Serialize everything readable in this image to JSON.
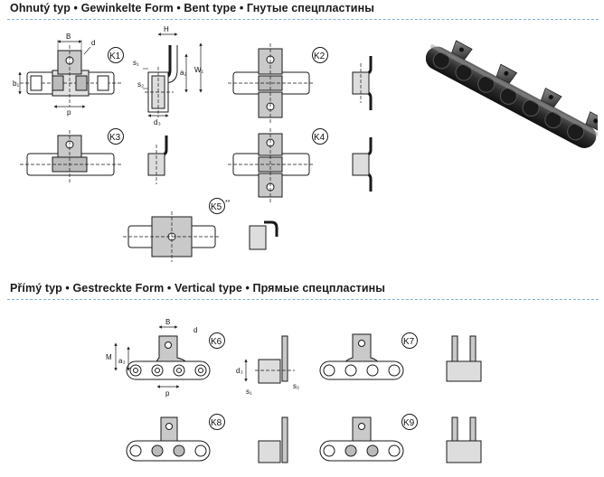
{
  "sections": [
    {
      "id": "bent",
      "title": "Ohnutý typ  •  Gewinkelte Form  •  Bent type  •  Гнутые спецпластины"
    },
    {
      "id": "vertical",
      "title": "Přímý typ  •  Gestreckte Form  •  Vertical type  •  Прямые спецпластины"
    }
  ],
  "badges": [
    "K1",
    "K2",
    "K3",
    "K4",
    "K5",
    "K6",
    "K7",
    "K8",
    "K9"
  ],
  "badge_suffix_k5": "**",
  "dimensions": {
    "B": "B",
    "d": "d",
    "b1": "b₁",
    "p": "p",
    "H": "H",
    "s1": "s₁",
    "s2": "s₂",
    "a2": "a₂",
    "W1": "W₁",
    "d3": "d₃",
    "M": "M",
    "a3": "a₃"
  },
  "colors": {
    "line": "#1a1a1a",
    "plate": "#c9c9c9",
    "plate_dark": "#9d9d9d",
    "dim": "#333333",
    "rule": "#7fb2d6"
  }
}
